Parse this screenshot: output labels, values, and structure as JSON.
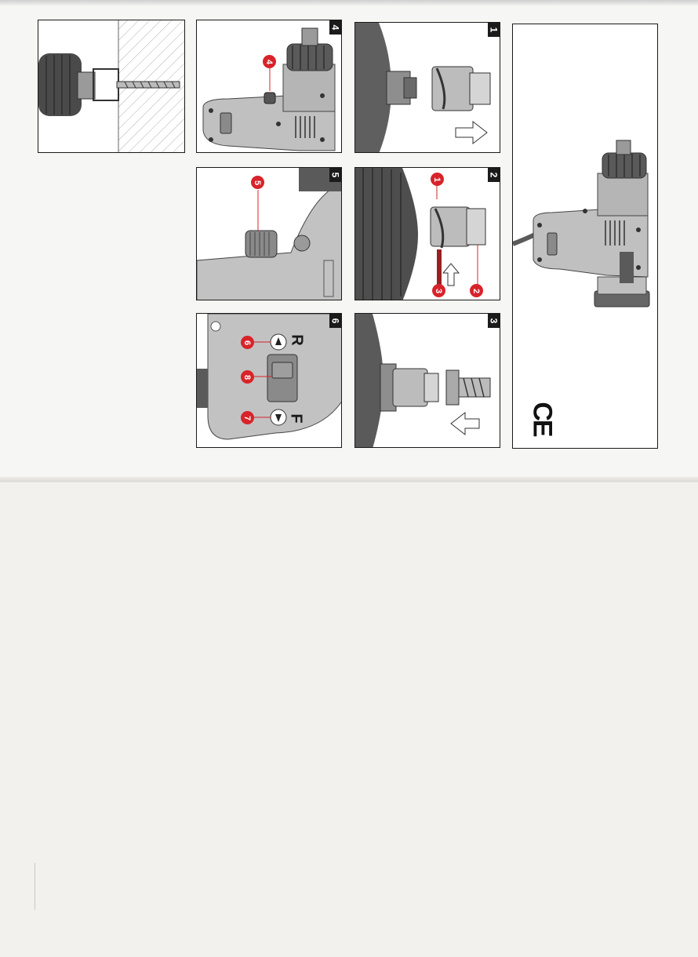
{
  "panels": {
    "p1": {
      "number": "1"
    },
    "p2": {
      "number": "2",
      "callouts": [
        "1",
        "2",
        "3"
      ]
    },
    "p3": {
      "number": "3"
    },
    "p4": {
      "number": "4",
      "callouts": [
        "4"
      ]
    },
    "p5": {
      "number": "5",
      "callouts": [
        "5"
      ]
    },
    "p6": {
      "number": "6",
      "callouts": [
        "6",
        "7",
        "8"
      ],
      "letters": {
        "reverse": "R",
        "forward": "F"
      }
    }
  },
  "cover": {
    "mark": "CE"
  },
  "colors": {
    "callout": "#d8232a",
    "badge": "#1b1b1b",
    "tool_body": "#bcbcbc",
    "tool_dark": "#5a5a5a"
  }
}
